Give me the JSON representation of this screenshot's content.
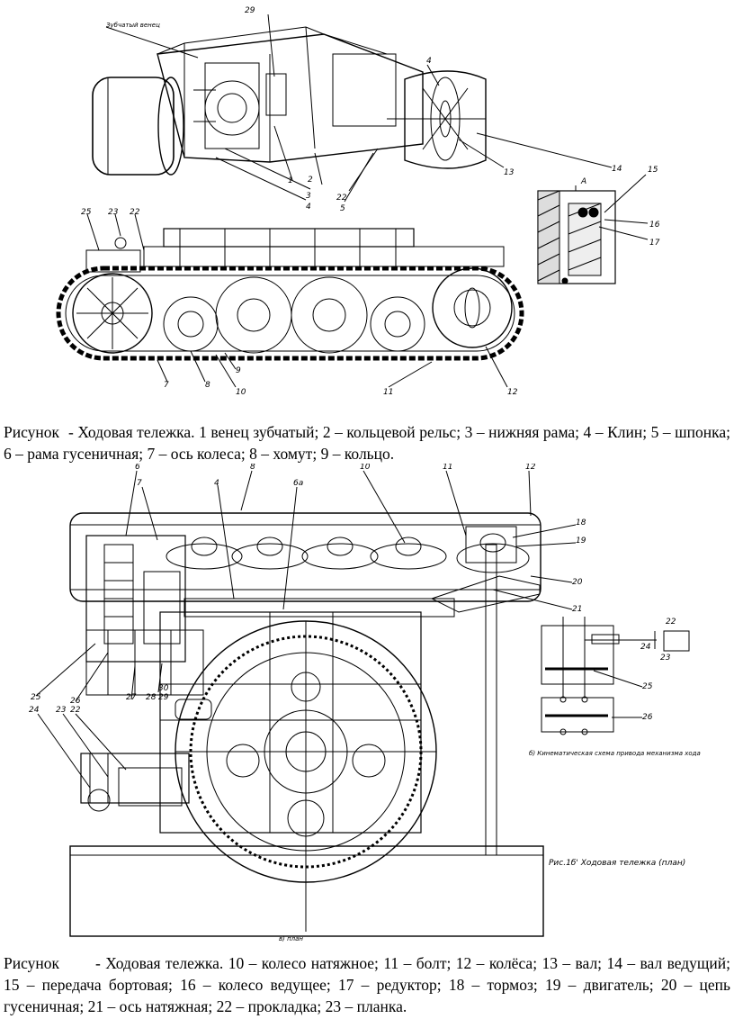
{
  "figure1": {
    "top_callout": "Зубчатый венец",
    "labels": {
      "n29": "29",
      "n1": "1",
      "n2": "2",
      "n3": "3",
      "n4": "4",
      "n5": "5",
      "n22top": "22",
      "n13": "13",
      "n14": "14",
      "nA": "A",
      "n15": "15",
      "n16": "16",
      "n17": "17",
      "n4b": "4",
      "n25": "25",
      "n23": "23",
      "n22": "22",
      "n7": "7",
      "n8": "8",
      "n9": "9",
      "n10": "10",
      "n11": "11",
      "n12": "12"
    }
  },
  "caption1": {
    "word": "Рисунок",
    "text": "- Ходовая тележка. 1 венец зубчатый; 2 – кольцевой рельс; 3 – нижняя рама; 4 – Клин; 5 – шпонка; 6 – рама гусеничная; 7 – ось колеса; 8 – хомут; 9 – кольцо."
  },
  "figure2": {
    "labels": {
      "n6": "6",
      "n7": "7",
      "n8": "8",
      "n4": "4",
      "n6a": "6а",
      "n10": "10",
      "n11": "11",
      "n12": "12",
      "n18": "18",
      "n19": "19",
      "n20": "20",
      "n21": "21",
      "n22": "22",
      "n24": "24",
      "n23": "23",
      "n25r": "25",
      "n26r": "26",
      "n25": "25",
      "n26": "26",
      "n27": "27",
      "n28": "28",
      "n29": "29",
      "n30": "30",
      "n24b": "24",
      "n23b": "23",
      "n22b": "22"
    },
    "note_kinematic": "б) Кинематическая схема привода механизма хода",
    "note_plan": "Рис.1б' Ходовая тележка (план)",
    "note_bottom": "в) план"
  },
  "caption2": {
    "word": "Рисунок",
    "text": "- Ходовая тележка. 10 – колесо натяжное; 11 – болт; 12 – колёса; 13 – вал; 14 – вал ведущий; 15 – передача бортовая; 16 – колесо ведущее; 17 – редуктор; 18 – тормоз; 19 – двигатель; 20 – цепь гусеничная; 21 – ось натяжная; 22 – прокладка; 23 – планка."
  }
}
